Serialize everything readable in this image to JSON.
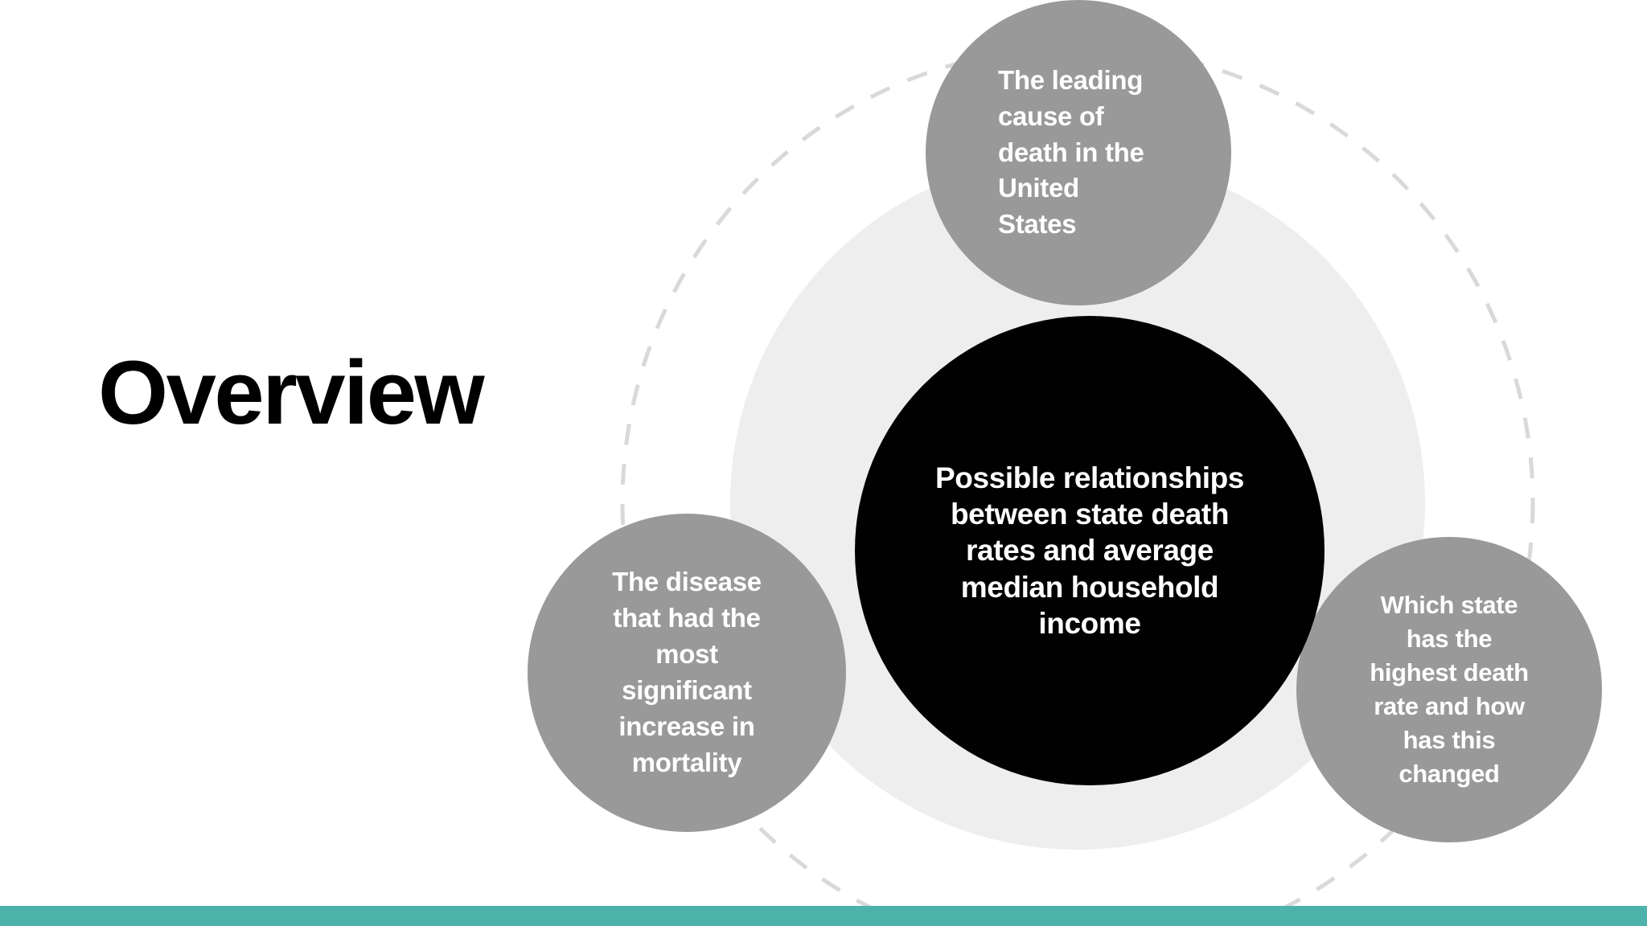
{
  "slide": {
    "title": "Overview",
    "background_color": "#ffffff",
    "accent_bar_color": "#4db3aa"
  },
  "diagram": {
    "type": "hub-and-spoke-circles",
    "backdrop_circle_color": "#eeeeee",
    "dashed_ring_color": "#d9d9d9",
    "center": {
      "label": "Possible relationships between state death rates and average median household income",
      "text": "Possible relationships\nbetween state death\nrates and average\nmedian household\nincome",
      "fill_color": "#010101",
      "text_color": "#ffffff"
    },
    "nodes": [
      {
        "position": "top",
        "label": "The leading cause of death in the United States",
        "text": "The leading\ncause of\ndeath in the\nUnited\nStates",
        "fill_color": "#999999",
        "text_color": "#ffffff",
        "align": "left"
      },
      {
        "position": "left",
        "label": "The disease that had the most significant increase in mortality",
        "text": "The disease\nthat had the\nmost\nsignificant\nincrease in\nmortality",
        "fill_color": "#999999",
        "text_color": "#ffffff",
        "align": "center"
      },
      {
        "position": "right",
        "label": "Which state has the highest death rate and how has this changed",
        "text": "Which state\nhas the\nhighest death\nrate and how\nhas this\nchanged",
        "fill_color": "#999999",
        "text_color": "#ffffff",
        "align": "center"
      }
    ]
  }
}
